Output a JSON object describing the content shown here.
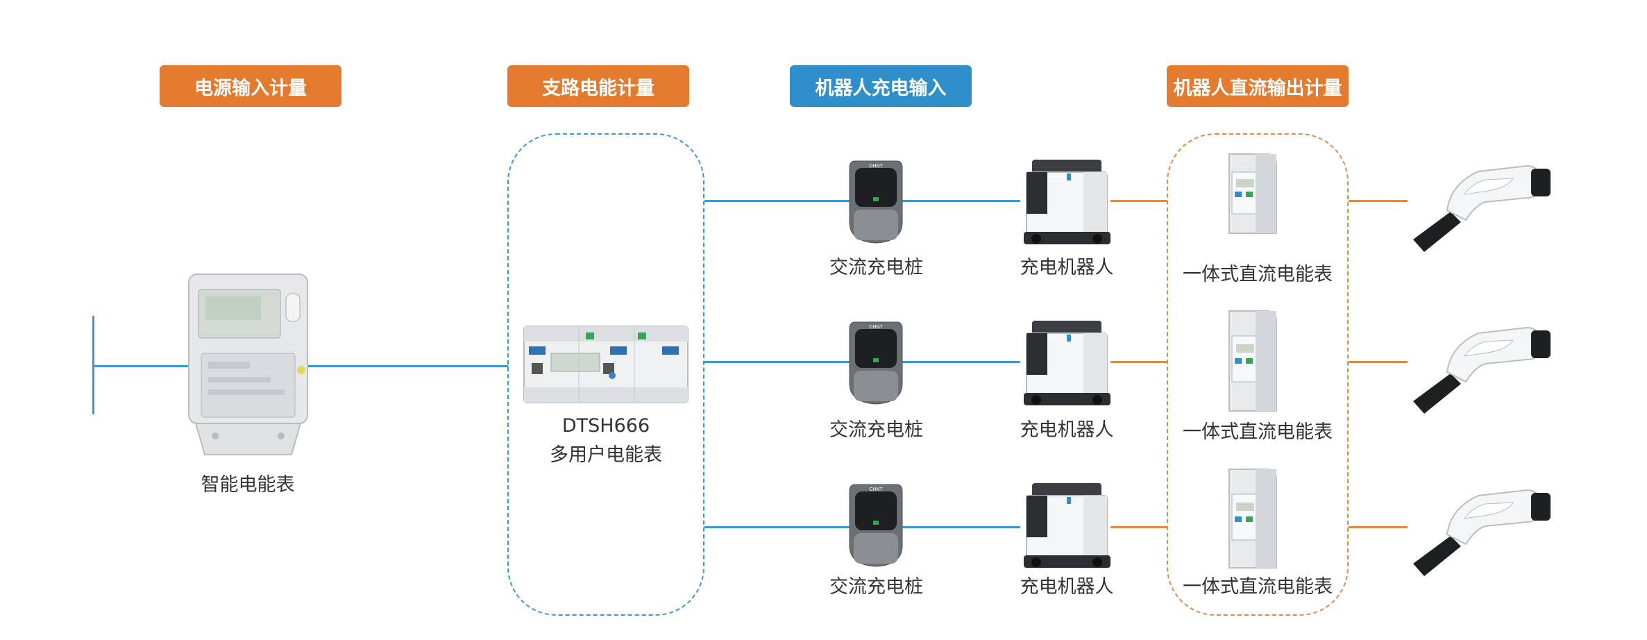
{
  "colors": {
    "orange": "#E37A2E",
    "blue": "#2E8FCB",
    "line_blue": "#3A98D2",
    "line_orange": "#E08A46",
    "text": "#333333"
  },
  "headers": {
    "power_input": "电源输入计量",
    "branch": "支路电能计量",
    "robot_input": "机器人充电输入",
    "dc_output": "机器人直流输出计量"
  },
  "devices": {
    "smart_meter": "智能电能表",
    "multi_meter_model": "DTSH666",
    "multi_meter_name": "多用户电能表",
    "ac_pile": "交流充电桩",
    "robot": "充电机器人",
    "dc_meter": "一体式直流电能表"
  },
  "icons": [
    "smart-meter-icon",
    "multi-user-meter-icon",
    "ac-charging-pile-icon",
    "charging-robot-icon",
    "dc-meter-icon",
    "charging-gun-icon"
  ],
  "pile_brand": "CHNT"
}
